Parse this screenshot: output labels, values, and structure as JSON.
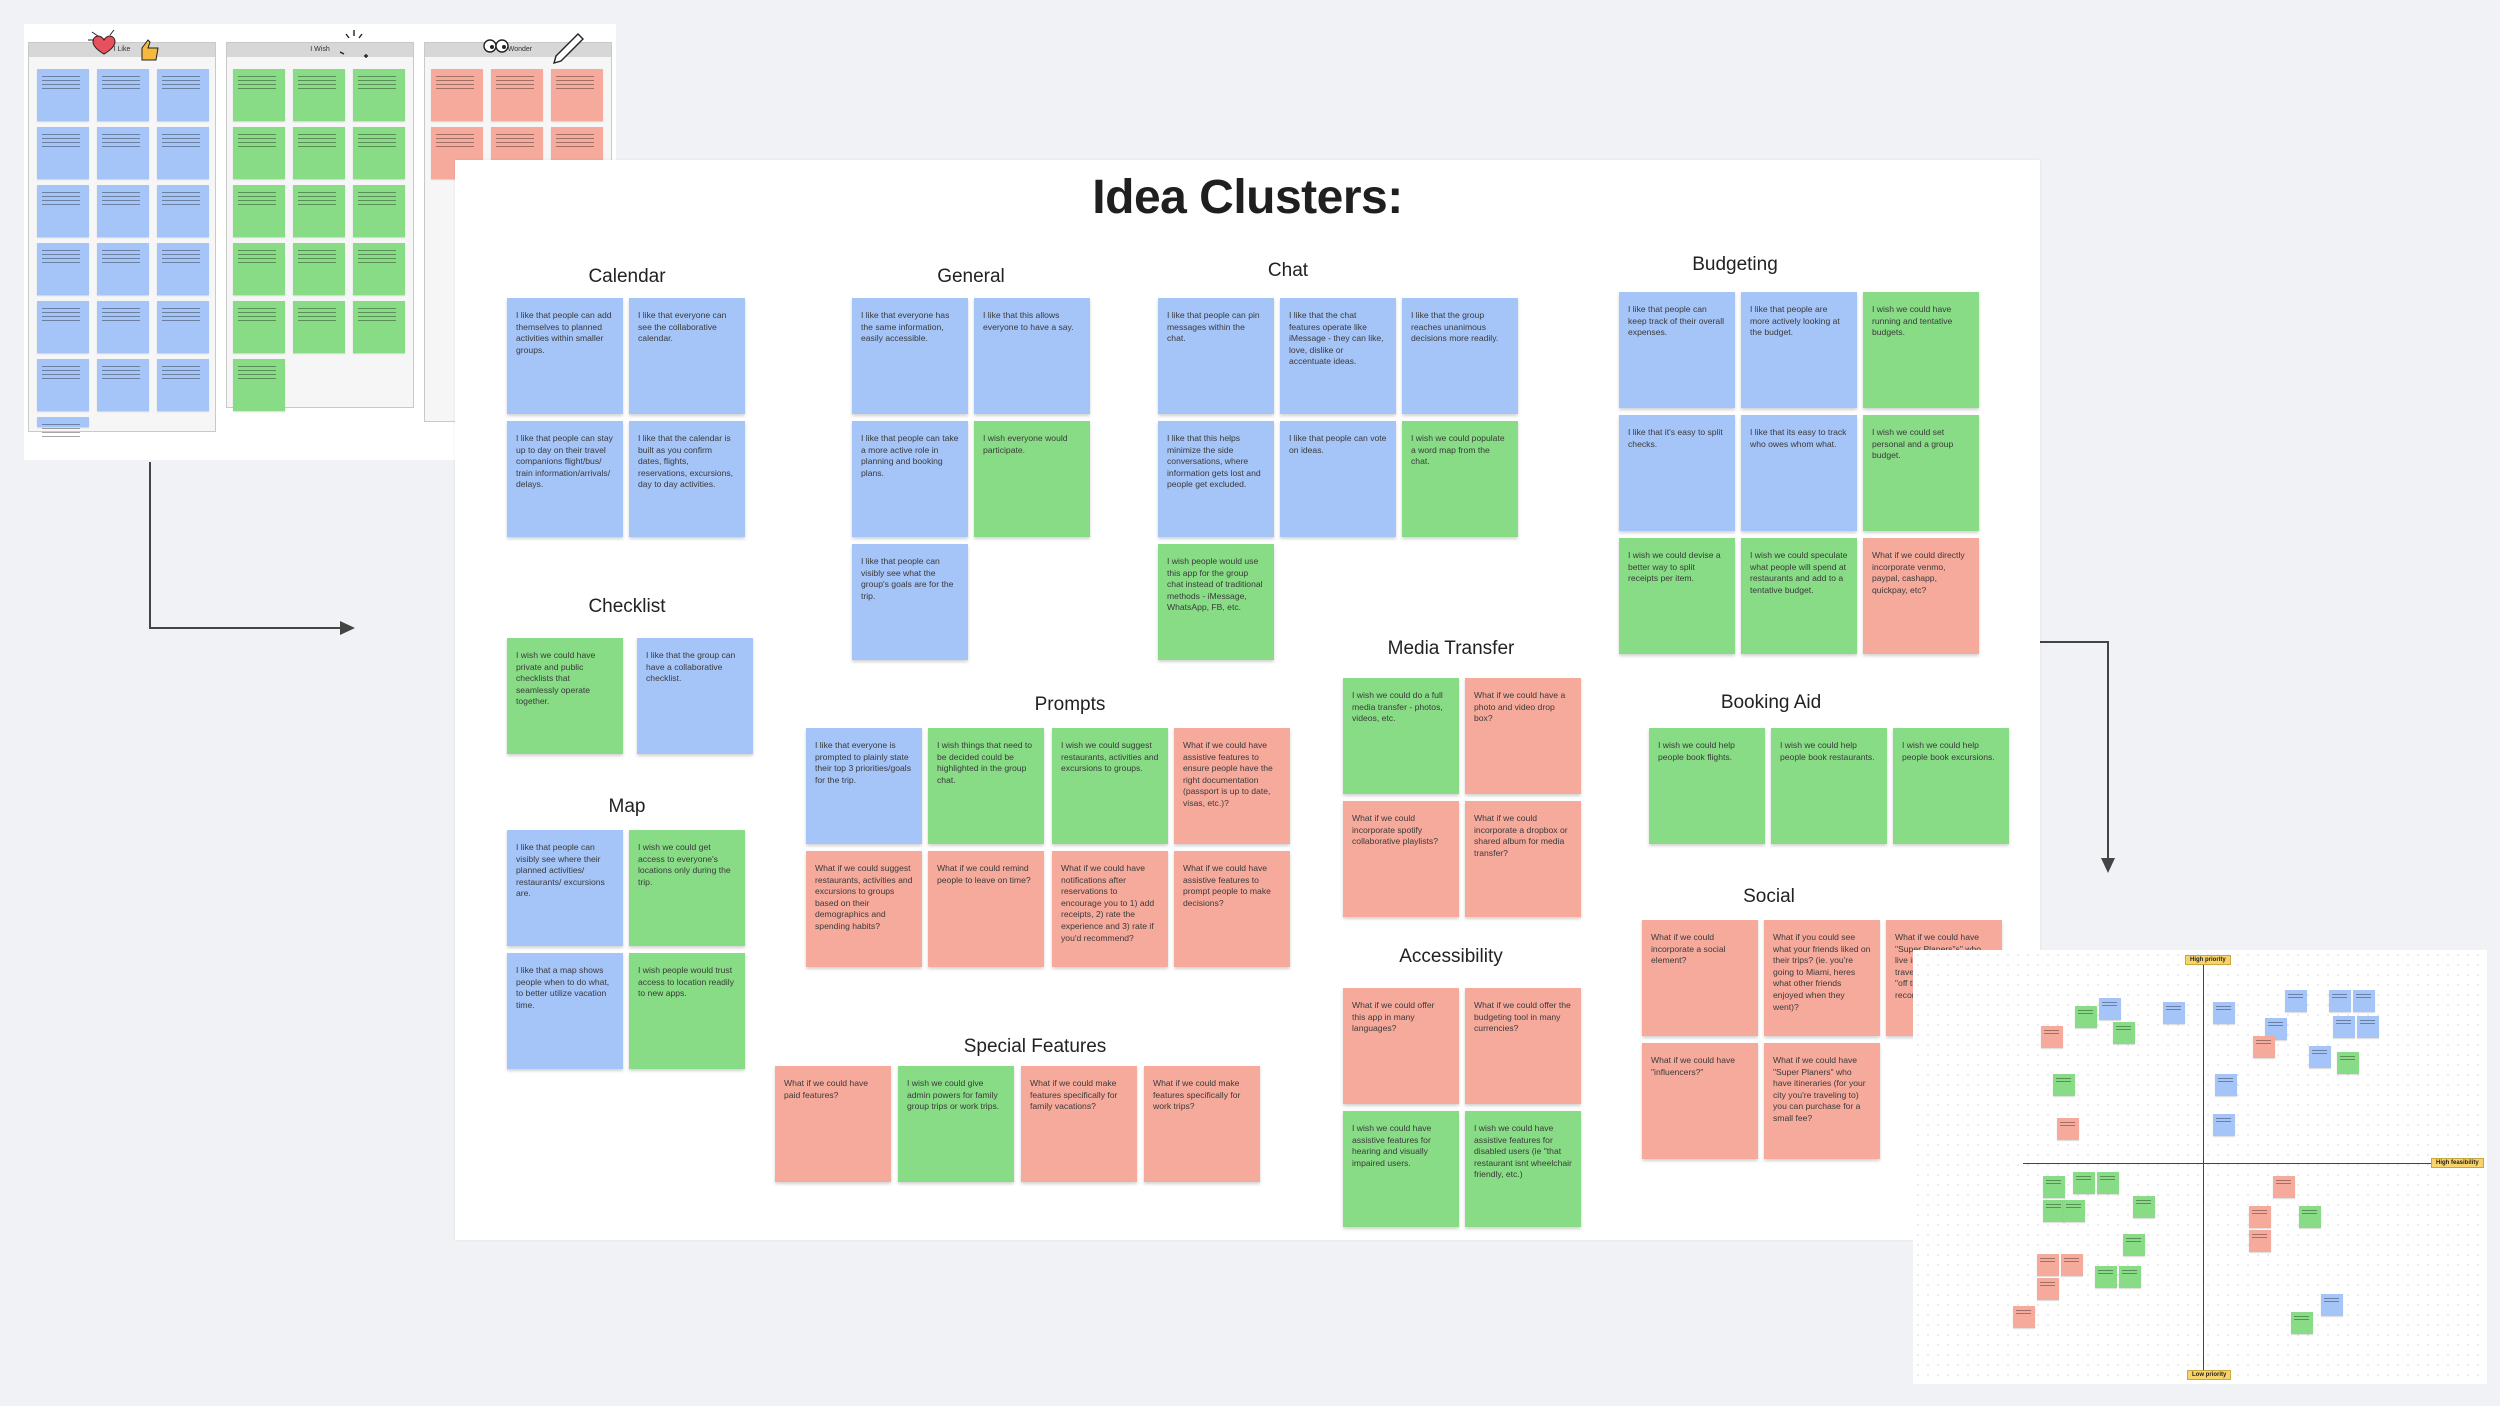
{
  "board": {
    "title": "Idea Clusters:",
    "clusters": {
      "calendar": {
        "title": "Calendar",
        "notes": [
          "I like that people can add themselves to planned activities within smaller groups.",
          "I like that everyone can see the collaborative calendar.",
          "I like that people can stay up to day on their travel companions flight/bus/ train information/arrivals/ delays.",
          "I like that the calendar is built as you confirm dates, flights, reservations, excursions, day to day activities."
        ]
      },
      "checklist": {
        "title": "Checklist",
        "notes": [
          "I wish we could have private and public checklists that seamlessly operate together.",
          "I like that the group can have a collaborative checklist."
        ]
      },
      "map": {
        "title": "Map",
        "notes": [
          "I like that people can visibly see where their planned activities/ restaurants/ excursions are.",
          "I wish we could get access to everyone's locations only during the trip.",
          "I like that a map shows people when to do what, to better utilize vacation time.",
          "I wish people would trust access to location readily to new apps."
        ]
      },
      "general": {
        "title": "General",
        "notes": [
          "I like that everyone has the same information, easily accessible.",
          "I like that this allows everyone to have a say.",
          "I like that people can take a more active role in planning and booking plans.",
          "I wish everyone would participate.",
          "I like that people can visibly see what the group's goals are for the trip."
        ]
      },
      "chat": {
        "title": "Chat",
        "notes": [
          "I like that people can pin messages within the chat.",
          "I like that the chat features operate like iMessage - they can like, love, dislike or accentuate ideas.",
          "I like that the group reaches unanimous decisions more readily.",
          "I like that this helps minimize the side conversations, where information gets lost and people get excluded.",
          "I like that people can vote on ideas.",
          "I wish we could populate a word map from the chat.",
          "I wish people would use this app for the group chat instead of traditional methods - iMessage, WhatsApp, FB, etc."
        ]
      },
      "budgeting": {
        "title": "Budgeting",
        "notes": [
          "I like that people can keep track of their overall expenses.",
          "I like that people are more actively looking at the budget.",
          "I wish we could have running and tentative budgets.",
          "I like that it's easy to split checks.",
          "I like that its easy to track who owes whom what.",
          "I wish we could set personal and a group budget.",
          "I wish we could devise a better way to split receipts per item.",
          "I wish we could speculate what people will spend at restaurants and add to a tentative budget.",
          "What if we could directly incorporate venmo, paypal, cashapp, quickpay, etc?"
        ]
      },
      "prompts": {
        "title": "Prompts",
        "notes": [
          "I like that everyone is prompted to plainly state their top 3 priorities/goals for the trip.",
          "I wish things that need to be decided could be highlighted in the group chat.",
          "I wish we could suggest restaurants, activities and excursions to groups.",
          "What if we could have assistive features to ensure people have the right documentation (passport is up to date, visas, etc.)?",
          "What if we could suggest restaurants, activities and excursions to groups based on their demographics and spending habits?",
          "What if we could remind people to leave on time?",
          "What if we could have notifications after reservations to encourage you to 1) add receipts, 2) rate the experience and 3) rate if you'd recommend?",
          "What if we could have assistive features to prompt people to make decisions?"
        ]
      },
      "media_transfer": {
        "title": "Media Transfer",
        "notes": [
          "I wish we could do a full media transfer - photos, videos, etc.",
          "What if we could have a photo and video drop box?",
          "What if we could incorporate spotify collaborative playlists?",
          "What if we could incorporate a dropbox or shared album for media transfer?"
        ]
      },
      "booking_aid": {
        "title": "Booking Aid",
        "notes": [
          "I wish we could help people book flights.",
          "I wish we could help people book restaurants.",
          "I wish we could help people book excursions."
        ]
      },
      "special_features": {
        "title": "Special Features",
        "notes": [
          "What if we could have paid features?",
          "I wish we could give admin powers for family group trips or work trips.",
          "What if we could make features specifically for family vacations?",
          "What if we could make features specifically for work trips?"
        ]
      },
      "accessibility": {
        "title": "Accessibility",
        "notes": [
          "What if we could offer this app in many languages?",
          "What if we could offer the budgeting tool in many currencies?",
          "I wish we could have assistive features for hearing and visually impaired users.",
          "I wish we could have assistive features for disabled users (ie \"that restaurant isnt wheelchair friendly, etc.)"
        ]
      },
      "social": {
        "title": "Social",
        "notes": [
          "What if we could incorporate a social element?",
          "What if you could see what your friends liked on their trips? (ie. you're going to Miami, heres what other friends enjoyed when they went)?",
          "What if we could have \"Super Planers\"s\" who live in the city you're traveling to, who can give \"off the beaten path\" recommendations?",
          "What if we could have \"influencers?\"",
          "What if we could have \"Super Planers\" who have itineraries (for your city you're traveling to) you can purchase for a small fee?"
        ]
      }
    }
  },
  "liw": {
    "columns": [
      "I Like",
      "I Wish",
      "I Wonder"
    ]
  },
  "matrix": {
    "labels": {
      "top": "High priority",
      "bottom": "Low priority",
      "right": "High feasibility"
    }
  },
  "colors": {
    "blue_note": "#a5c4f7",
    "green_note": "#88dc86",
    "red_note": "#f6aa9c",
    "axis_label": "#f7d36a"
  }
}
